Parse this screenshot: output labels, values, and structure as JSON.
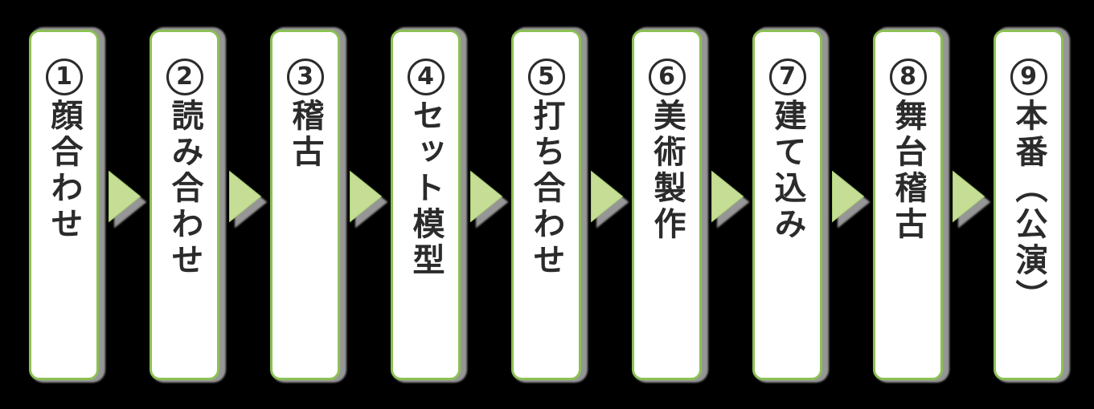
{
  "diagram": {
    "type": "horizontal-flow",
    "description": "theatre-production-process-steps",
    "steps": [
      {
        "number": "1",
        "label": "顔合わせ"
      },
      {
        "number": "2",
        "label": "読み合わせ"
      },
      {
        "number": "3",
        "label": "稽古"
      },
      {
        "number": "4",
        "label": "セット模型"
      },
      {
        "number": "5",
        "label": "打ち合わせ"
      },
      {
        "number": "6",
        "label": "美術製作"
      },
      {
        "number": "7",
        "label": "建て込み"
      },
      {
        "number": "8",
        "label": "舞台稽古"
      },
      {
        "number": "9",
        "label": "本番（公演）"
      }
    ],
    "colors": {
      "box_border": "#8cc054",
      "box_fill": "#ffffff",
      "arrow_fill": "#c6dd96",
      "arrow_edge": "#a5cc6e",
      "text": "#2b2b2b",
      "shadow": "#a6a6a6",
      "background": "#000000"
    }
  }
}
